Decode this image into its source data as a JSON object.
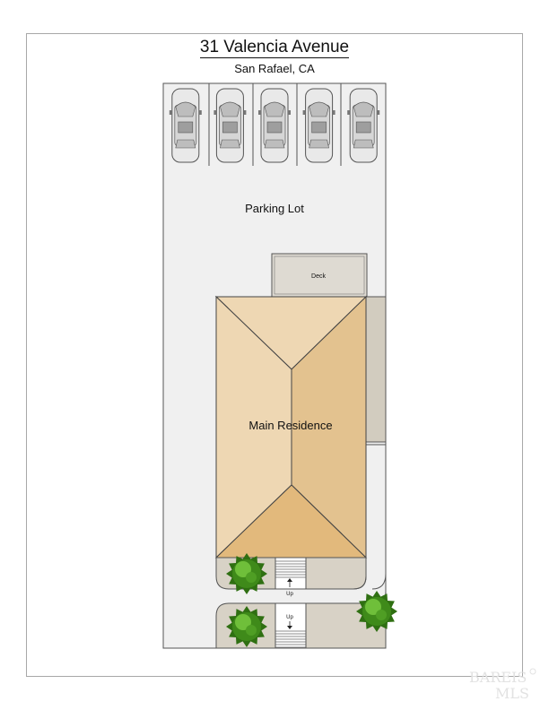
{
  "title": "31 Valencia Avenue",
  "subtitle": "San Rafael, CA",
  "labels": {
    "parking_lot": "Parking Lot",
    "deck": "Deck",
    "main_residence": "Main Residence",
    "stairs_up_top": "Up",
    "stairs_up_bottom": "Up"
  },
  "parking": {
    "car_count": 5
  },
  "watermark": {
    "line1": "BAREIS",
    "line2": "MLS"
  },
  "colors": {
    "ground": "#f0f0f0",
    "roof_light": "#eed7b3",
    "roof_dark": "#e3c28f",
    "roof_bottom": "#e2b97c",
    "deck": "#dedad2",
    "side_strip": "#d2ccbf",
    "planter": "#d8d2c6",
    "tree": "#3f8a1a"
  }
}
